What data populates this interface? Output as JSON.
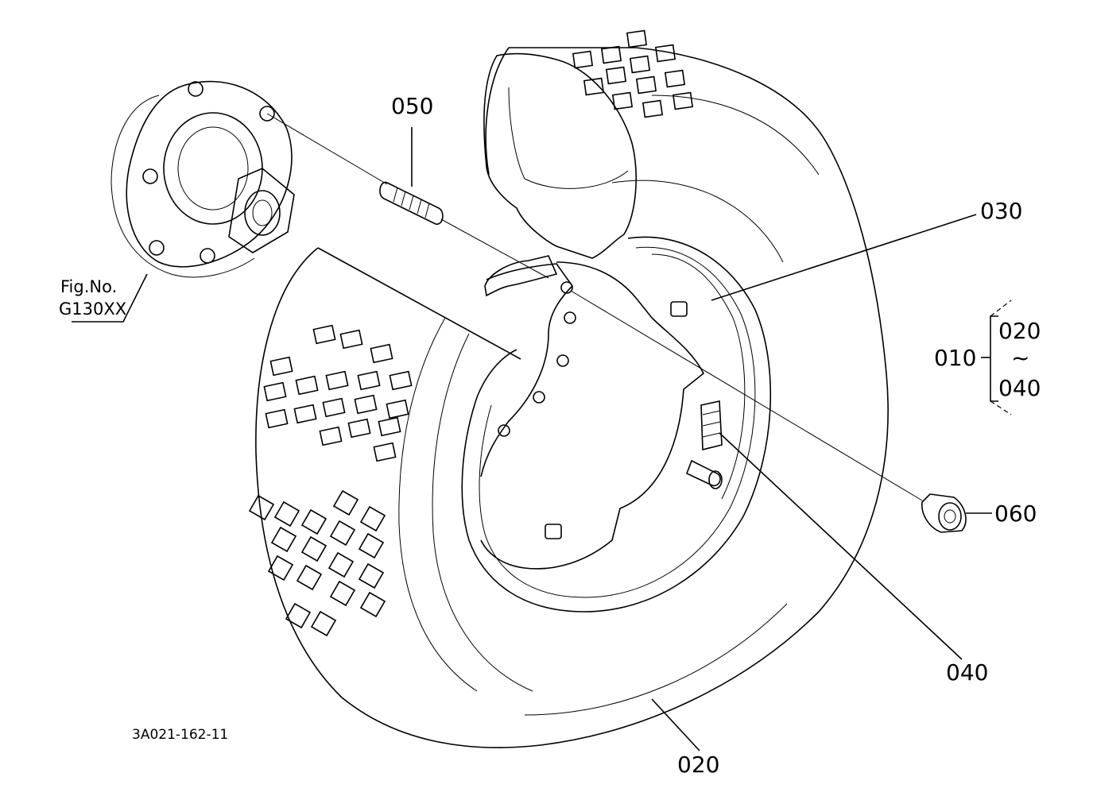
{
  "parts": {
    "p050": "050",
    "p030": "030",
    "p060": "060",
    "p040": "040",
    "p020": "020"
  },
  "reference": {
    "fig_label": "Fig.No.",
    "fig_number": "G130XX"
  },
  "assembly": {
    "parent": "010",
    "range_start": "020",
    "range_symbol": "~",
    "range_end": "040"
  },
  "drawing_number": "3A021-162-11"
}
